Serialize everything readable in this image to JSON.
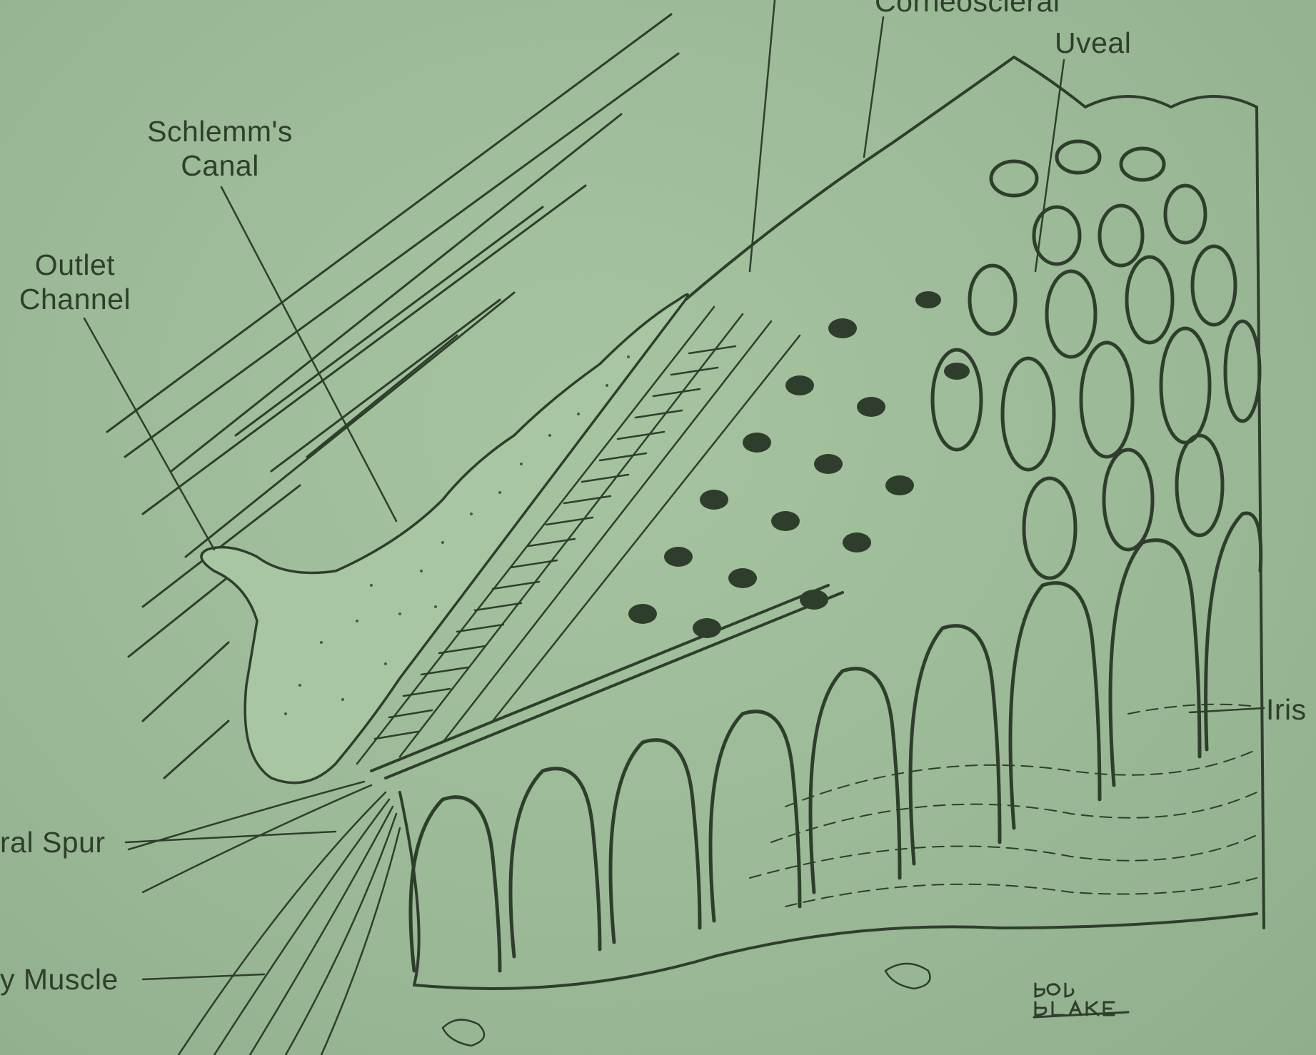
{
  "labels": {
    "corneoscleral": "Corneoscleral",
    "uveal": "Uveal",
    "schlemm_line1": "Schlemm's",
    "schlemm_line2": "Canal",
    "outlet_line1": "Outlet",
    "outlet_line2": "Channel",
    "scleral_spur": "ral Spur",
    "ciliary_muscle": "y Muscle",
    "iris": "Iris"
  },
  "signature": "BOB BLAKE",
  "colors": {
    "background": "#9dbc98",
    "ink": "#2f3e2c"
  }
}
